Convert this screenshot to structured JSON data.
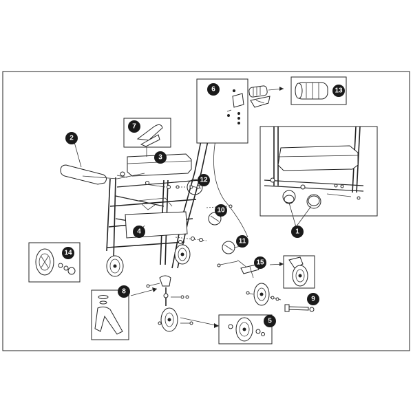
{
  "diagram": {
    "callouts": [
      "1",
      "2",
      "3",
      "4",
      "5",
      "6",
      "7",
      "8",
      "9",
      "10",
      "11",
      "12",
      "13",
      "14",
      "15"
    ],
    "colors": {
      "line": "#222222",
      "callout_fill": "#1a1a1a",
      "callout_text": "#ffffff",
      "background": "#ffffff",
      "part_fill": "#dcdcdc"
    }
  }
}
